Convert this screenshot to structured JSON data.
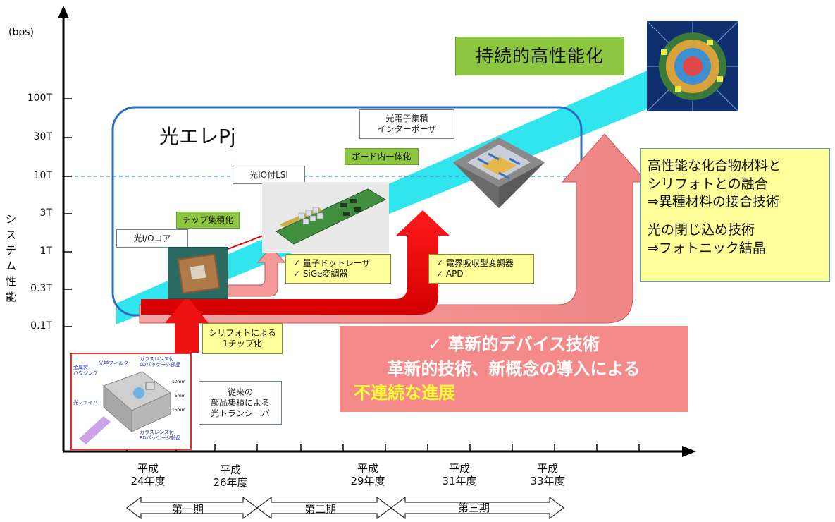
{
  "axis": {
    "unit": "(bps)",
    "ylabel_chars": [
      "シ",
      "ス",
      "テ",
      "ム",
      "性",
      "能"
    ],
    "y_ticks": [
      "100T",
      "30T",
      "10T",
      "3T",
      "1T",
      "0.3T",
      "0.1T"
    ]
  },
  "x_axis": {
    "years": [
      {
        "line1": "平成",
        "line2": "24年度"
      },
      {
        "line1": "平成",
        "line2": "26年度"
      },
      {
        "line1": "平成",
        "line2": "29年度"
      },
      {
        "line1": "平成",
        "line2": "31年度"
      },
      {
        "line1": "平成",
        "line2": "33年度"
      }
    ],
    "periods": [
      "第一期",
      "第二期",
      "第三期"
    ]
  },
  "title_box": "持続的高性能化",
  "project": "光エレPj",
  "labels": {
    "optical_io_core": "光I/Oコア",
    "chip_integration": "チップ集積化",
    "optical_io_lsi": "光IO付LSI",
    "board_integration": "ボード内一体化",
    "interposer_line1": "光電子集積",
    "interposer_line2": "インターポーザ",
    "silicon_photonics_line1": "シリフォトによる",
    "silicon_photonics_line2": "1チップ化",
    "conventional_line1": "従来の",
    "conventional_line2": "部品集積による",
    "conventional_line3": "光トランシーバ"
  },
  "tech_boxes": {
    "qd": [
      "✓ 量子ドットレーザ",
      "✓ SiGe変調器"
    ],
    "eam": [
      "✓ 電界吸収型変調器",
      "✓ APD"
    ]
  },
  "right_note": {
    "line1": "高性能な化合物材料と",
    "line2": "シリフォトとの融合",
    "line3": "⇒異種材料の接合技術",
    "line4": "光の閉じ込め技術",
    "line5": "⇒フォトニック結晶"
  },
  "innovation": {
    "line1": "✓ 革新的デバイス技術",
    "line2": "革新的技術、新概念の導入による",
    "line3": "不連続な進展"
  },
  "transceiver_labels": {
    "metal_housing": "金属製\nハウジング",
    "optical_filter": "光学フィルタ",
    "ld_package": "ガラスレンズ付\nLDパッケージ部品",
    "fiber": "光ファイバ",
    "pd_package": "ガラスレンズ付\nPDパッケージ部品",
    "dim1": "10mm",
    "dim2": "5mm",
    "dim3": "15mm"
  },
  "colors": {
    "frame_blue": "#2e6fbd",
    "cyan": "#31e5ef",
    "red_arrow": "#ee1111",
    "pink_arrow": "#f59a9a",
    "innovation_bg": "#f58a8a",
    "green": "#8cc53f",
    "yellow": "#ffff99"
  }
}
